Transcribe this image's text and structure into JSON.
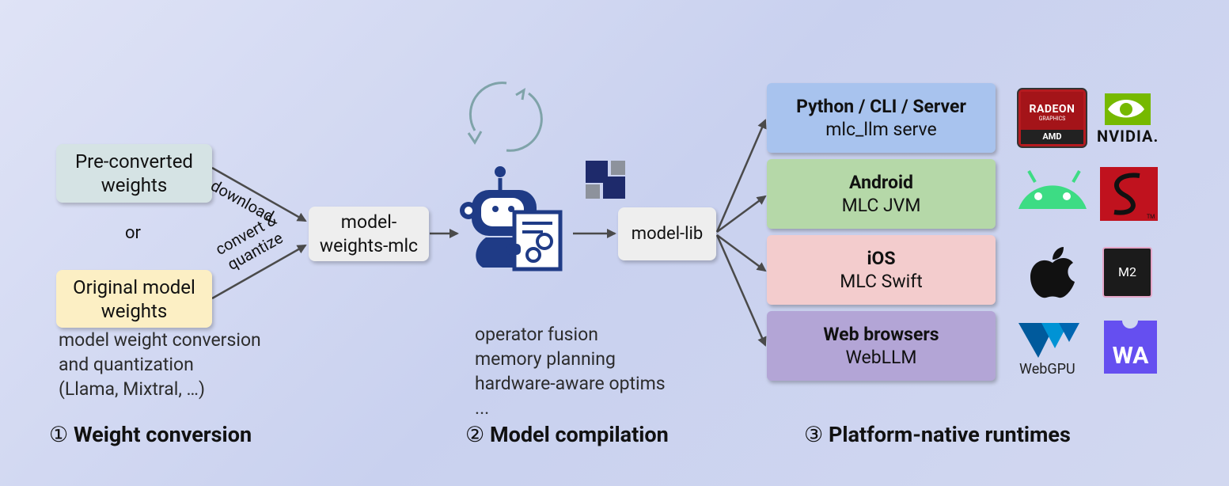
{
  "weights": {
    "preconverted": "Pre-converted\nweights",
    "or": "or",
    "original": "Original model\nweights",
    "download": "download",
    "convert_quantize": "convert &\nquantize",
    "mlc_weights": "model-\nweights-mlc",
    "description": "model weight conversion\nand quantization\n(Llama, Mixtral, …)"
  },
  "compile": {
    "model_lib": "model-lib",
    "optimizations": "operator fusion\nmemory planning\nhardware-aware optims\n..."
  },
  "platforms": [
    {
      "title": "Python / CLI / Server",
      "subtitle": "mlc_llm serve",
      "color": "#a8c3ee"
    },
    {
      "title": "Android",
      "subtitle": "MLC JVM",
      "color": "#b5d8a8"
    },
    {
      "title": "iOS",
      "subtitle": "MLC Swift",
      "color": "#f3cccd"
    },
    {
      "title": "Web browsers",
      "subtitle": "WebLLM",
      "color": "#b3a5d6"
    }
  ],
  "logos": {
    "radeon_top": "RADEON",
    "radeon_mid": "GRAPHICS",
    "radeon_bottom": "AMD",
    "nvidia": "NVIDIA.",
    "m2": "M2",
    "webgpu": "WebGPU",
    "wasm": "WA",
    "tm": "TM"
  },
  "stages": [
    {
      "num": "①",
      "label": "Weight conversion"
    },
    {
      "num": "②",
      "label": "Model compilation"
    },
    {
      "num": "③",
      "label": "Platform-native runtimes"
    }
  ]
}
